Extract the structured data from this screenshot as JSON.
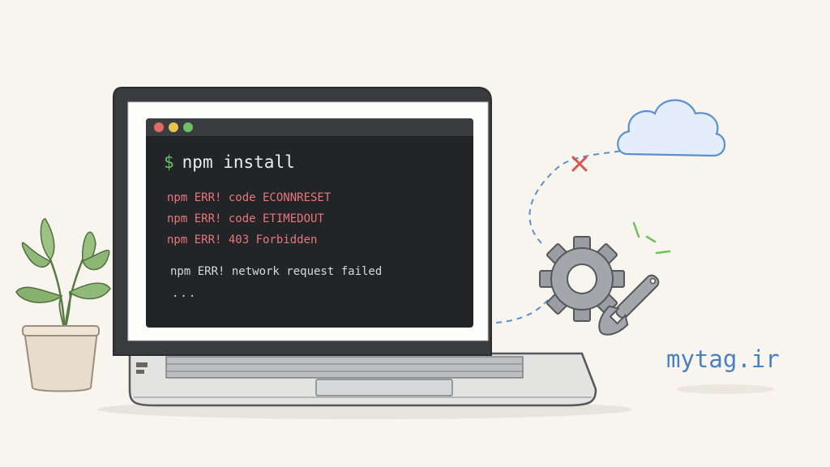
{
  "terminal": {
    "window_buttons": [
      "close",
      "minimize",
      "maximize"
    ],
    "prompt_symbol": "$",
    "command": "npm install",
    "errors": [
      "npm ERR! code ECONNRESET",
      "npm ERR! code ETIMEDOUT",
      "npm ERR! 403 Forbidden"
    ],
    "network_error": "npm ERR! network request failed",
    "continuation": "..."
  },
  "brand": {
    "text": "mytag.ir",
    "color": "#4b7fc4"
  },
  "icons": [
    "cloud-icon",
    "x-mark-icon",
    "gear-icon",
    "wrench-icon",
    "potted-plant"
  ],
  "colors": {
    "background": "#f8f5ee",
    "terminal_bg": "#232427",
    "error_text": "#e5787b",
    "prompt_symbol": "#63c261",
    "dashed_connection": "#5b8fd1"
  }
}
